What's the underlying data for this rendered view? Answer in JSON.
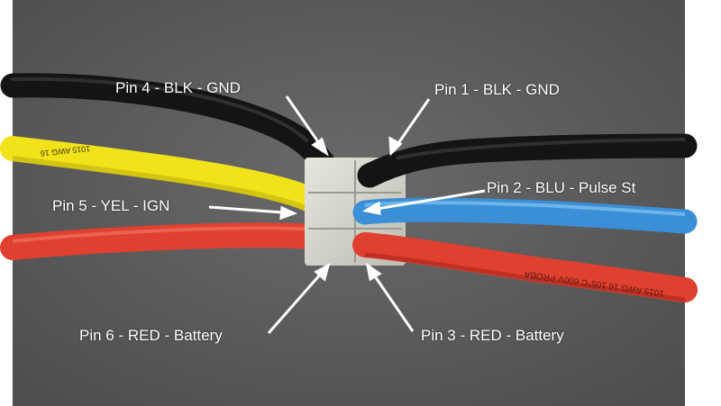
{
  "photo": {
    "background_color": "#5d5d5e",
    "wire_colors": {
      "black": "#141414",
      "yellow": "#f2e21a",
      "blue": "#3a8fd6",
      "red": "#e0402f"
    },
    "connector_color": "#d8d8d0",
    "insulation_print_top": "1015 AWG 16",
    "insulation_print_bottom": "1015 AWG 16 105°C 600V PROBA"
  },
  "callouts": [
    {
      "id": "pin4",
      "text": "Pin 4 - BLK - GND"
    },
    {
      "id": "pin1",
      "text": "Pin 1 - BLK - GND"
    },
    {
      "id": "pin2",
      "text": "Pin 2 - BLU - Pulse St"
    },
    {
      "id": "pin5",
      "text": "Pin 5 - YEL - IGN"
    },
    {
      "id": "pin6",
      "text": "Pin 6 - RED - Battery"
    },
    {
      "id": "pin3",
      "text": "Pin 3 - RED - Battery"
    }
  ]
}
